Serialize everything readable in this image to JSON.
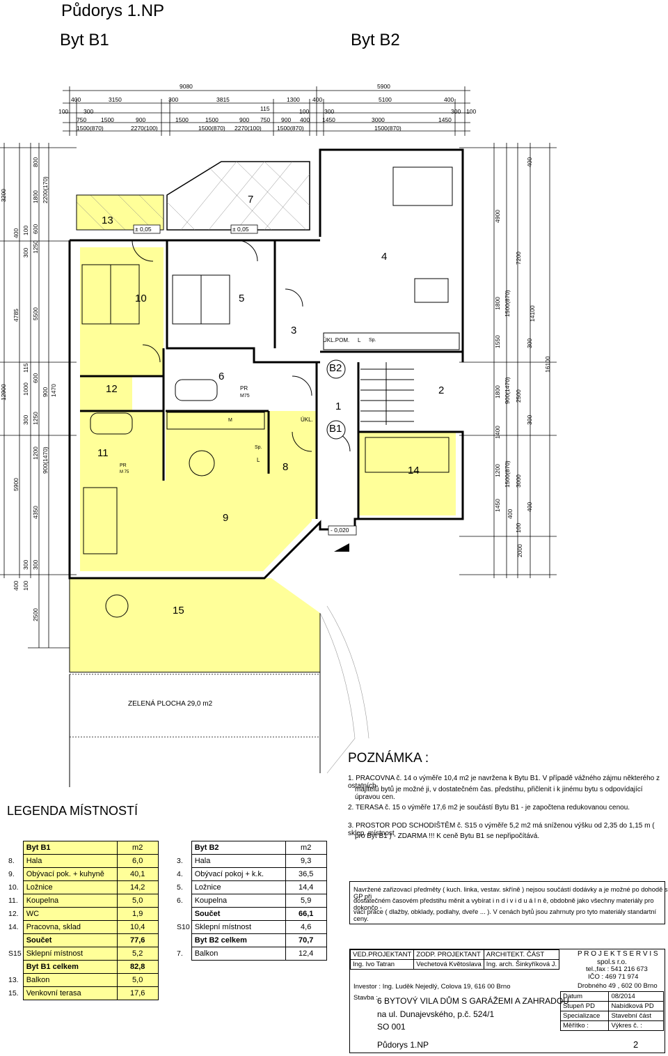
{
  "header": {
    "title": "Půdorys  1.NP",
    "b1": "Byt  B1",
    "b2": "Byt  B2"
  },
  "dims_top": {
    "row1": [
      "9080",
      "5900"
    ],
    "row2": [
      "400",
      "3150",
      "300",
      "3815",
      "1300",
      "400",
      "5100",
      "400"
    ],
    "row3": [
      "100",
      "300",
      "115",
      "100",
      "300",
      "300",
      "100"
    ],
    "row4": [
      "750",
      "1500",
      "900",
      "1500",
      "1500",
      "900",
      "750",
      "900",
      "400",
      "1450",
      "3000",
      "1450"
    ],
    "row5": [
      "1500(870)",
      "2270(100)",
      "1500(870)",
      "2270(100)",
      "1500(870)",
      "1500(870)"
    ]
  },
  "dims_left": [
    "3200",
    "400",
    "300",
    "4785",
    "100",
    "1800",
    "2200(170)",
    "800",
    "600",
    "1250",
    "5500",
    "115",
    "1000",
    "12900",
    "300",
    "600",
    "900",
    "1470",
    "1250",
    "1200",
    "900(1470)",
    "5900",
    "300",
    "4350",
    "400",
    "100",
    "300",
    "2500"
  ],
  "dims_right": [
    "400",
    "4900",
    "7200",
    "1800",
    "1500(870)",
    "14100",
    "1550",
    "300",
    "16100",
    "1800",
    "900(1470)",
    "2500",
    "1400",
    "300",
    "1450",
    "1200",
    "1500(870)",
    "3000",
    "400",
    "400",
    "100",
    "2000"
  ],
  "rooms": [
    "13",
    "7",
    "10",
    "5",
    "3",
    "4",
    "6",
    "12",
    "11",
    "9",
    "8",
    "1",
    "2",
    "14",
    "15"
  ],
  "labels": {
    "kote1": "± 0,05",
    "kote2": "± 0,05",
    "kote3": "- 0,020",
    "pr1": "PR",
    "m75a": "M75",
    "pr2": "PR",
    "m75b": "M 75",
    "ukl_pom": "ÚKL.POM.",
    "l1": "L",
    "sp1": "Sp.",
    "ukl": "ÚKL.",
    "sp2": "Sp.",
    "l2": "L",
    "m": "M",
    "b1": "B1",
    "b2": "B2",
    "zelena": "ZELENÁ PLOCHA 29,0 m2"
  },
  "legend": {
    "title": "LEGENDA  MÍSTNOSTÍ",
    "b1": {
      "header": "Byt  B1",
      "unit": "m2",
      "rows": [
        {
          "no": "8.",
          "name": "Hala",
          "val": "6,0"
        },
        {
          "no": "9.",
          "name": "Obývací pok. + kuhyně",
          "val": "40,1"
        },
        {
          "no": "10.",
          "name": "Ložnice",
          "val": "14,2"
        },
        {
          "no": "11.",
          "name": "Koupelna",
          "val": "5,0"
        },
        {
          "no": "12.",
          "name": "WC",
          "val": "1,9"
        },
        {
          "no": "14.",
          "name": "Pracovna, sklad",
          "val": "10,4"
        }
      ],
      "sum": {
        "name": "Součet",
        "val": "77,6"
      },
      "s15": {
        "no": "S15",
        "name": "Sklepní místnost",
        "val": "5,2"
      },
      "total": {
        "name": "Byt  B1 celkem",
        "val": "82,8"
      },
      "extra": [
        {
          "no": "13.",
          "name": "Balkon",
          "val": "5,0"
        },
        {
          "no": "15.",
          "name": "Venkovní terasa",
          "val": "17,6"
        }
      ]
    },
    "b2": {
      "header": "Byt  B2",
      "unit": "m2",
      "rows": [
        {
          "no": "3.",
          "name": "Hala",
          "val": "9,3"
        },
        {
          "no": "4.",
          "name": "Obývací pokoj + k.k.",
          "val": "36,5"
        },
        {
          "no": "5.",
          "name": "Ložnice",
          "val": "14,4"
        },
        {
          "no": "6.",
          "name": "Koupelna",
          "val": "5,9"
        }
      ],
      "sum": {
        "name": "Součet",
        "val": "66,1"
      },
      "s10": {
        "no": "S10",
        "name": "Sklepní místnost",
        "val": "4,6"
      },
      "total": {
        "name": "Byt B2 celkem",
        "val": "70,7"
      },
      "extra": [
        {
          "no": "7.",
          "name": "Balkon",
          "val": "12,4"
        }
      ]
    }
  },
  "notes": {
    "title": "POZNÁMKA :",
    "n1a": "1. PRACOVNA č. 14 o výměře 10,4 m2 je navržena k Bytu B1. V případě vážného zájmu některého z ostatních",
    "n1b": "majitelů bytů je možné ji, v dostatečném čas. předstihu, přičlenit i k jinému bytu s odpovídající úpravou cen.",
    "n2": "2. TERASA  č. 15  o výměře 17,6 m2 je součástí Bytu B1 - je započtena redukovanou cenou.",
    "n3a": "3. PROSTOR POD SCHODIŠTĚM č. S15 o výměře 5,2 m2 má sníženou výšku od 2,35 do 1,15 m ( sklep. místnost",
    "n3b": "pro Byt B1 ) - ZDARMA !!!  K ceně Bytu B1 se nepřipočítává.",
    "box1": "Navržené zařizovací předměty ( kuch. linka, vestav. skříně ) nejsou součástí dodávky a je možné po dohodě s GP při",
    "box2": "dostatečném časovém předstihu měnit a vybírat  i n d i v i d u á l n ě, obdobně jako všechny materiály pro dokončo -",
    "box3": "vací práce  ( dlažby, obklady, podlahy, dveře ... ).  V cenách bytů jsou zahrnuty pro tyto materiály standartní ceny."
  },
  "titleblock": {
    "h1": "VED.PROJEKTANT",
    "h2": "ZODP. PROJEKTANT",
    "h3": "ARCHITEKT. ČÁST",
    "v1": "Ing. Ivo Tatran",
    "v2": "Vechetová Květoslava",
    "v3": "Ing. arch. Šinkyříková J.",
    "firm1": "P R O J E K T S E R V I S",
    "firm2": "spol.s r.o.",
    "firm3": "tel.,fax : 541 216 673",
    "firm4": "IČO : 469 71 974",
    "firm5": "Drobného 49 , 602 00 Brno",
    "investor": "Investor :  Ing. Luděk Nejedlý, Colova 19, 616 00 Brno",
    "stavba_lbl": "Stavba :",
    "stavba1": "6 BYTOVÝ VILA DŮM S GARÁŽEMI A ZAHRADOU",
    "stavba2": "na  ul. Dunajevského,  p.č. 524/1",
    "stavba3": "SO 001",
    "datum_l": "Datum",
    "datum_v": "08/2014",
    "stupen_l": "Stupeň  PD",
    "stupen_v": "Nabídková  PD",
    "spec_l": "Specializace",
    "spec_v": "Stavební část",
    "meritko": "Měřítko :",
    "vykres": "Výkres  č. :",
    "drawing": "Půdorys  1.NP",
    "number": "2"
  }
}
